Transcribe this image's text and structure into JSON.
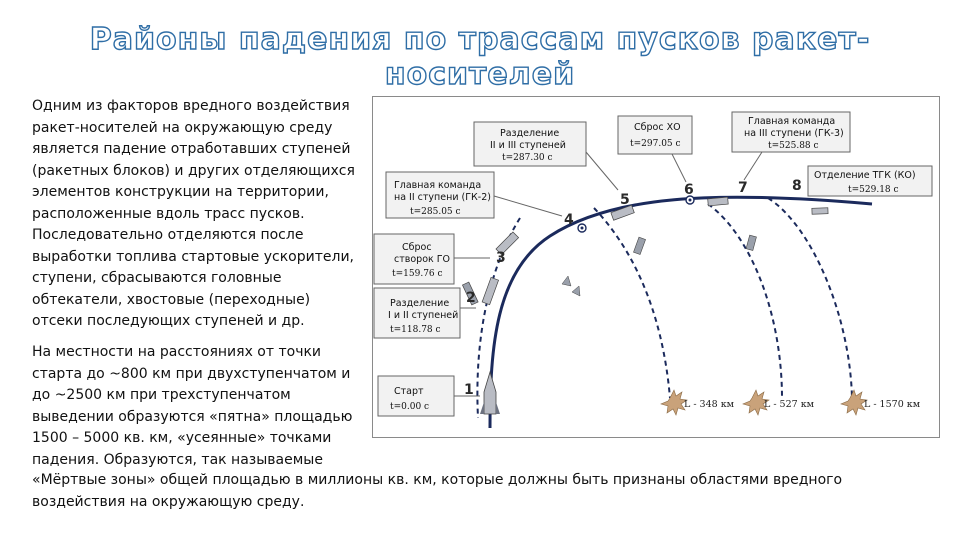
{
  "title": "Районы падения по трассам пусков ракет-носителей",
  "paragraphs": {
    "p1": [
      "Одним из факторов вредного воздействия",
      "ракет-носителей на окружающую среду",
      "является падение отработавших ступеней",
      "(ракетных блоков) и других отделяющихся",
      "элементов конструкции на территории,",
      "расположенные вдоль трасс пусков.",
      "Последовательно отделяются после",
      "выработки топлива стартовые ускорители,",
      "ступени, сбрасываются головные",
      "обтекатели, хвостовые (переходные)",
      "отсеки последующих ступеней и др."
    ],
    "p2": [
      "На местности на расстояниях от точки",
      "старта до ~800 км при двухступенчатом и",
      "до ~2500 км при трехступенчатом",
      "выведении образуются «пятна» площадью",
      "1500 – 5000 кв. км, «усеянные» точками",
      "падения. Образуются, так называемые"
    ],
    "p3": [
      "«Мёртвые зоны» общей площадью в миллионы кв. км, которые должны быть признаны областями вредного",
      "воздействия на окружающую среду."
    ]
  },
  "diagram": {
    "events": [
      {
        "num": "1",
        "lines": [
          "Старт"
        ],
        "time": "t=0.00 с"
      },
      {
        "num": "2",
        "lines": [
          "Разделение",
          "I и II ступеней"
        ],
        "time": "t=118.78 с"
      },
      {
        "num": "3",
        "lines": [
          "Сброс",
          "створок ГО"
        ],
        "time": "t=159.76 с"
      },
      {
        "num": "4",
        "lines": [
          "Главная команда",
          "на II ступени (ГК-2)"
        ],
        "time": "t=285.05 с"
      },
      {
        "num": "5",
        "lines": [
          "Разделение",
          "II и III ступеней"
        ],
        "time": "t=287.30 с"
      },
      {
        "num": "6",
        "lines": [
          "Сброс ХО"
        ],
        "time": "t=297.05 с"
      },
      {
        "num": "7",
        "lines": [
          "Главная команда",
          "на III ступени (ГК-3)"
        ],
        "time": "t=525.88 с"
      },
      {
        "num": "8",
        "lines": [
          "Отделение ТГК (КО)"
        ],
        "time": "t=529.18 с"
      }
    ],
    "distances": [
      "L - 348 км",
      "L - 527 км",
      "L - 1570 км"
    ],
    "colors": {
      "trajectory": "#1b2a5c",
      "boxBorder": "#666666",
      "boxFill": "#f2f2f2",
      "burst": "#c9a27a"
    }
  }
}
